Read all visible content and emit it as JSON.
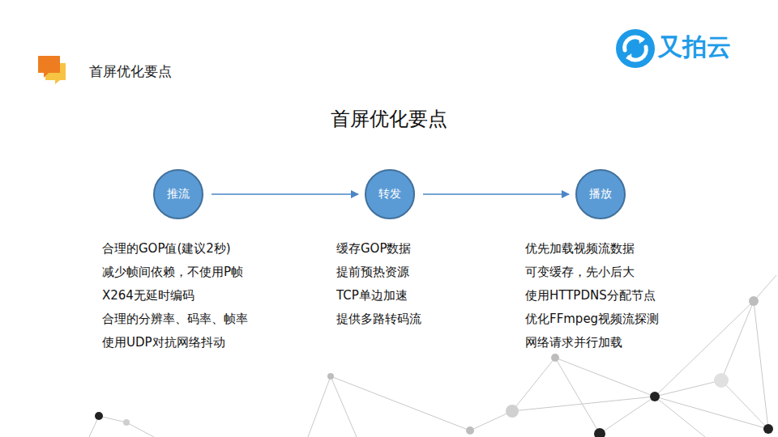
{
  "diagram": {
    "title": "首屏优化要点",
    "nodes": [
      {
        "text": [
          "推流"
        ]
      },
      {
        "text": [
          "转发"
        ]
      },
      {
        "text": [
          "播放"
        ]
      }
    ],
    "edges": [
      {
        "from": 0,
        "to": 1,
        "arrow": "to"
      },
      {
        "from": 1,
        "to": 2,
        "arrow": "to"
      }
    ],
    "labels": [
      "首屏优化要点",
      "又拍云",
      "合理的GOP值(建议2秒)",
      "减少帧间依赖，不使用P帧",
      "X264无延时编码",
      "合理的分辨率、码率、帧率",
      "使用UDP对抗网络抖动",
      "缓存GOP数据",
      "提前预热资源",
      "TCP单边加速",
      "提供多路转码流",
      "优先加载视频流数据",
      "可变缓存，先小后大",
      "使用HTTPDNS分配节点",
      "优化FFmpeg视频流探测",
      "网络请求并行加载"
    ]
  }
}
